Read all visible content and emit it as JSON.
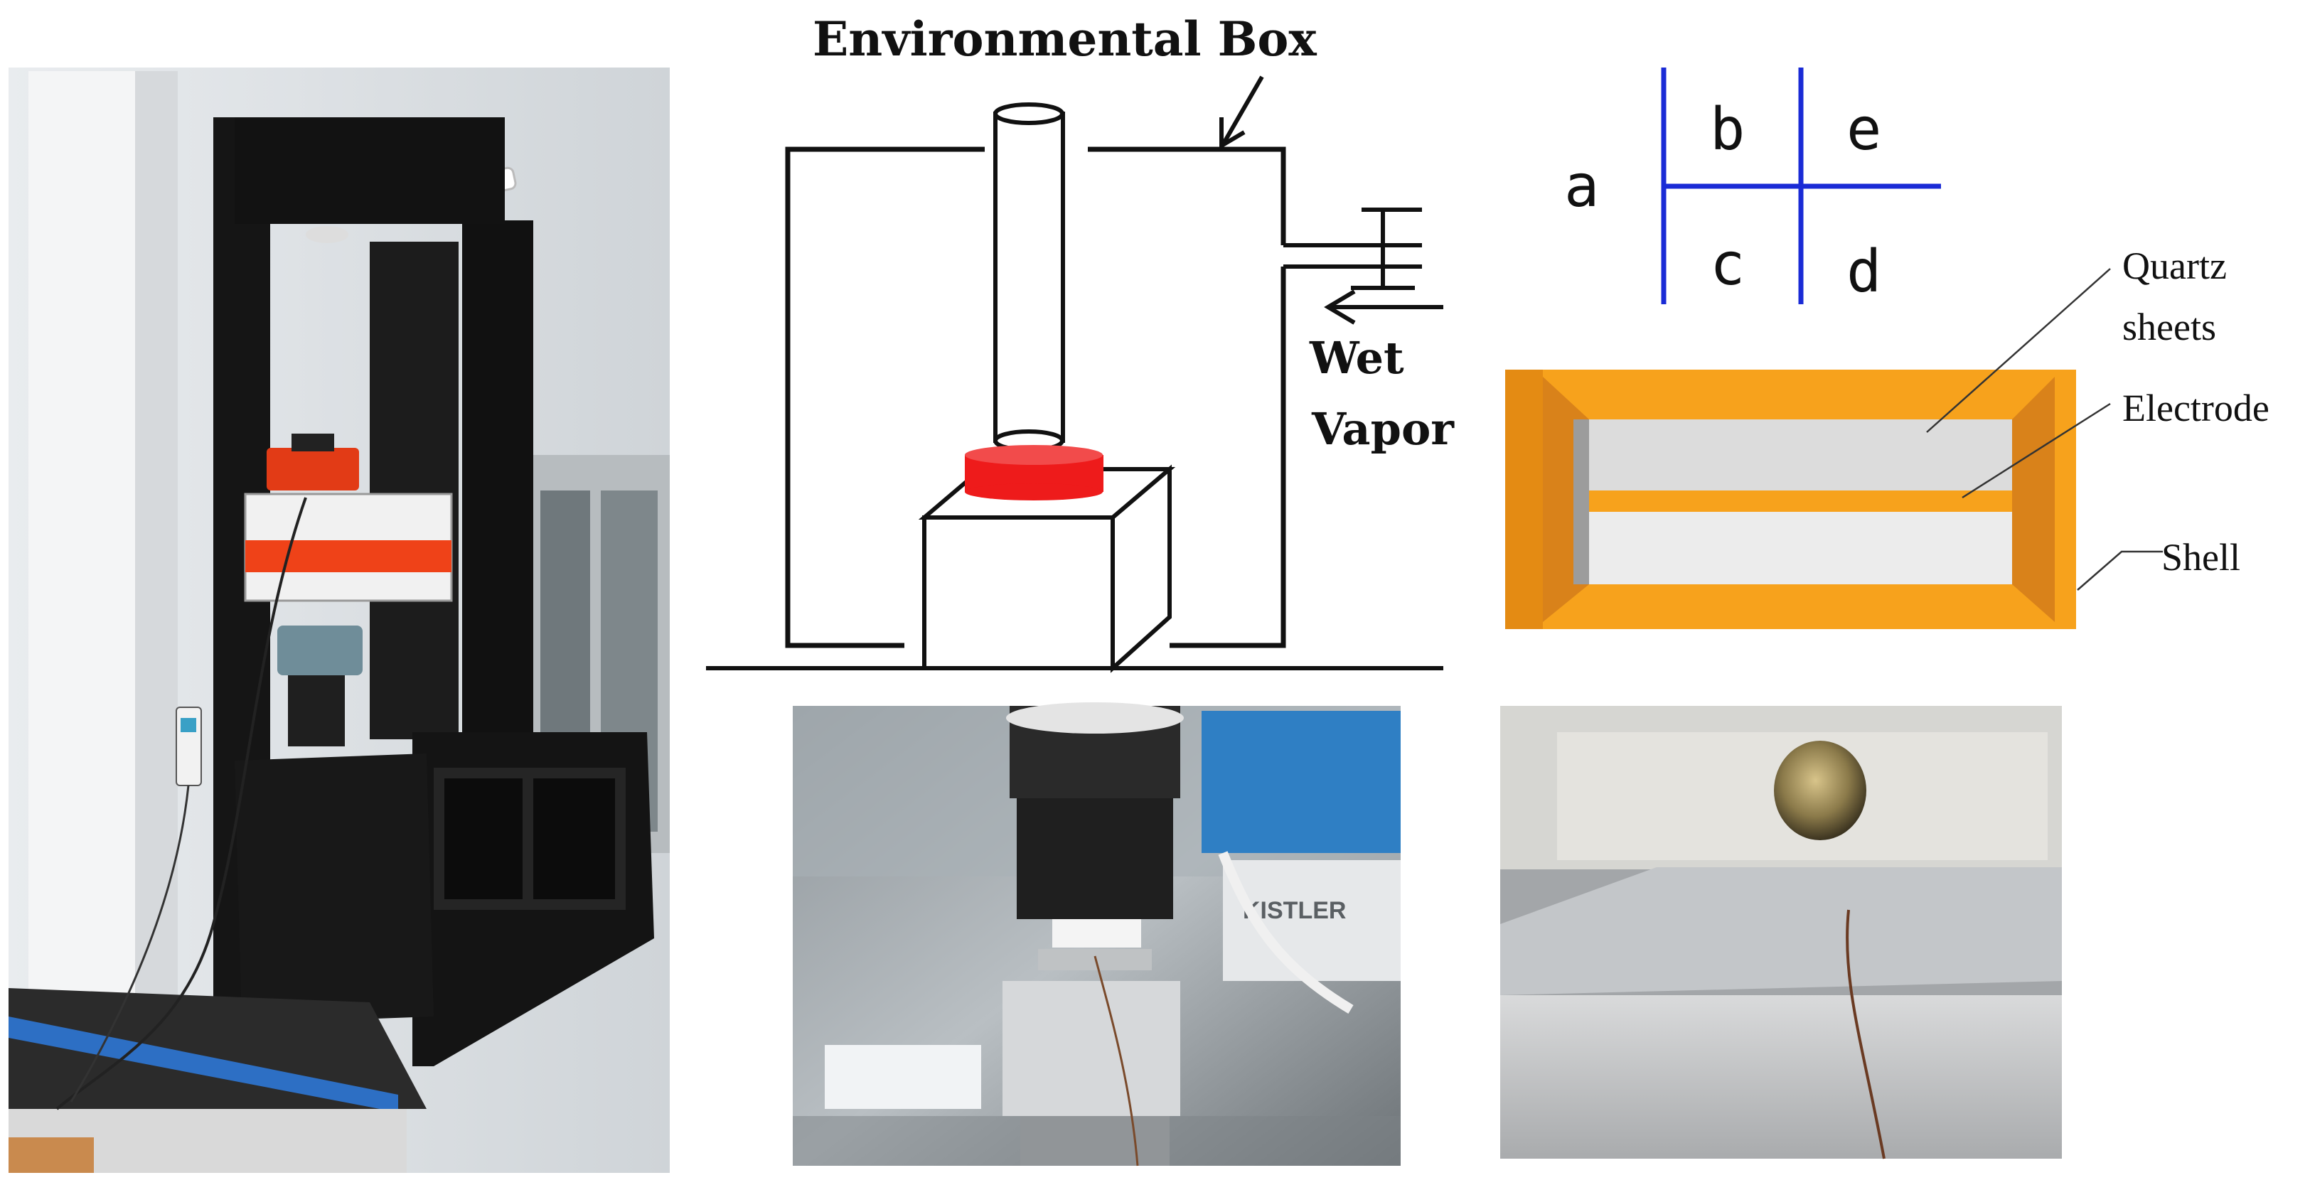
{
  "chamber": {
    "title": "Environmental Box",
    "inlet_label_line1": "Wet",
    "inlet_label_line2": "Vapor"
  },
  "regions": {
    "a": "a",
    "b": "b",
    "c": "c",
    "d": "d",
    "e": "e"
  },
  "sensor": {
    "quartz_line1": "Quartz",
    "quartz_line2": "sheets",
    "electrode": "Electrode",
    "shell": "Shell"
  },
  "photo_caption": {
    "brand": "KISTLER"
  },
  "colors": {
    "line": "#111111",
    "grid": "#1a2bd6",
    "specimen": "#ee1b1b",
    "shell": "#f7a21c",
    "shell_dark": "#d9821a",
    "quartz": "#dcdcdc",
    "electrode": "#f7a21c"
  }
}
